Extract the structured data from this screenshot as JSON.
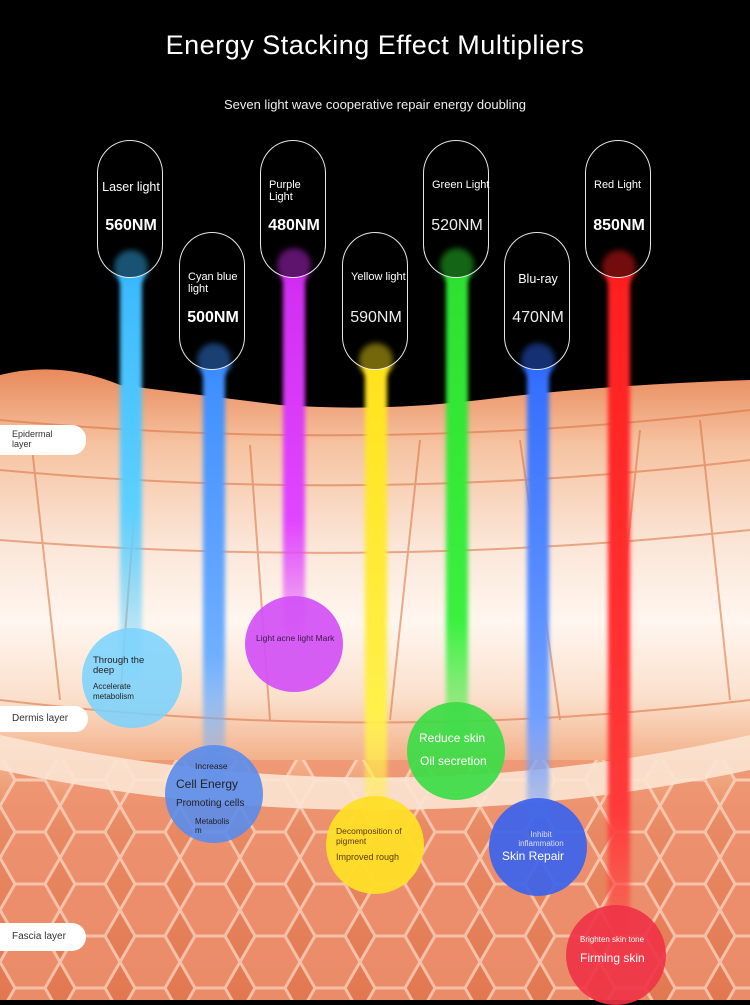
{
  "header": {
    "title": "Energy Stacking Effect Multipliers",
    "subtitle": "Seven light wave cooperative repair energy doubling"
  },
  "lights": [
    {
      "name": "Laser light",
      "wavelength": "560NM",
      "color": "#39b8ff"
    },
    {
      "name": "Cyan blue light",
      "wavelength": "500NM",
      "color": "#3a8cff"
    },
    {
      "name": "Purple Light",
      "wavelength": "480NM",
      "color": "#d02cf0"
    },
    {
      "name": "Yellow light",
      "wavelength": "590NM",
      "color": "#ffe21a"
    },
    {
      "name": "Green Light",
      "wavelength": "520NM",
      "color": "#2de030"
    },
    {
      "name": "Blu-ray",
      "wavelength": "470NM",
      "color": "#2f6bff"
    },
    {
      "name": "Red Light",
      "wavelength": "850NM",
      "color": "#ff1e1e"
    }
  ],
  "effects": {
    "laser": {
      "line1": "Through the deep",
      "line2": "Accelerate metabolism"
    },
    "purple": {
      "line1": "Light acne light Mark"
    },
    "cyan": {
      "line1": "Increase",
      "line2": "Cell Energy",
      "line3": "Promoting cells",
      "line4": "Metabolis m"
    },
    "green": {
      "line1": "Reduce skin",
      "line2": "Oil secretion"
    },
    "yellow": {
      "line1": "Decomposition of pigment",
      "line2": "Improved rough"
    },
    "blue": {
      "line1": "Inhibit inflammation",
      "line2": "Skin Repair"
    },
    "red": {
      "line1": "Brighten skin tone",
      "line2": "Firming skin"
    }
  },
  "layers": {
    "epidermal": "Epidermal layer",
    "dermis": "Dermis layer",
    "fascia": "Fascia layer"
  }
}
